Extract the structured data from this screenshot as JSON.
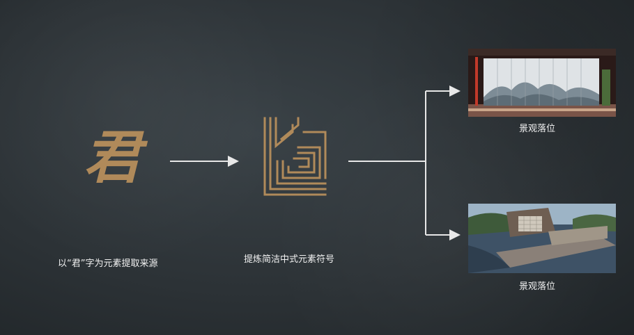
{
  "source": {
    "glyph": "君",
    "caption": "以“君”字为元素提取来源"
  },
  "symbol": {
    "caption": "提炼简洁中式元素符号"
  },
  "outputs": [
    {
      "caption": "景观落位",
      "image": "screen-installation-photo"
    },
    {
      "caption": "景观落位",
      "image": "pavilion-water-feature-photo"
    }
  ],
  "colors": {
    "background": "#2e3438",
    "gold": "#b08a5a",
    "arrow": "#e8e8e8",
    "text": "#f2f2f2"
  }
}
